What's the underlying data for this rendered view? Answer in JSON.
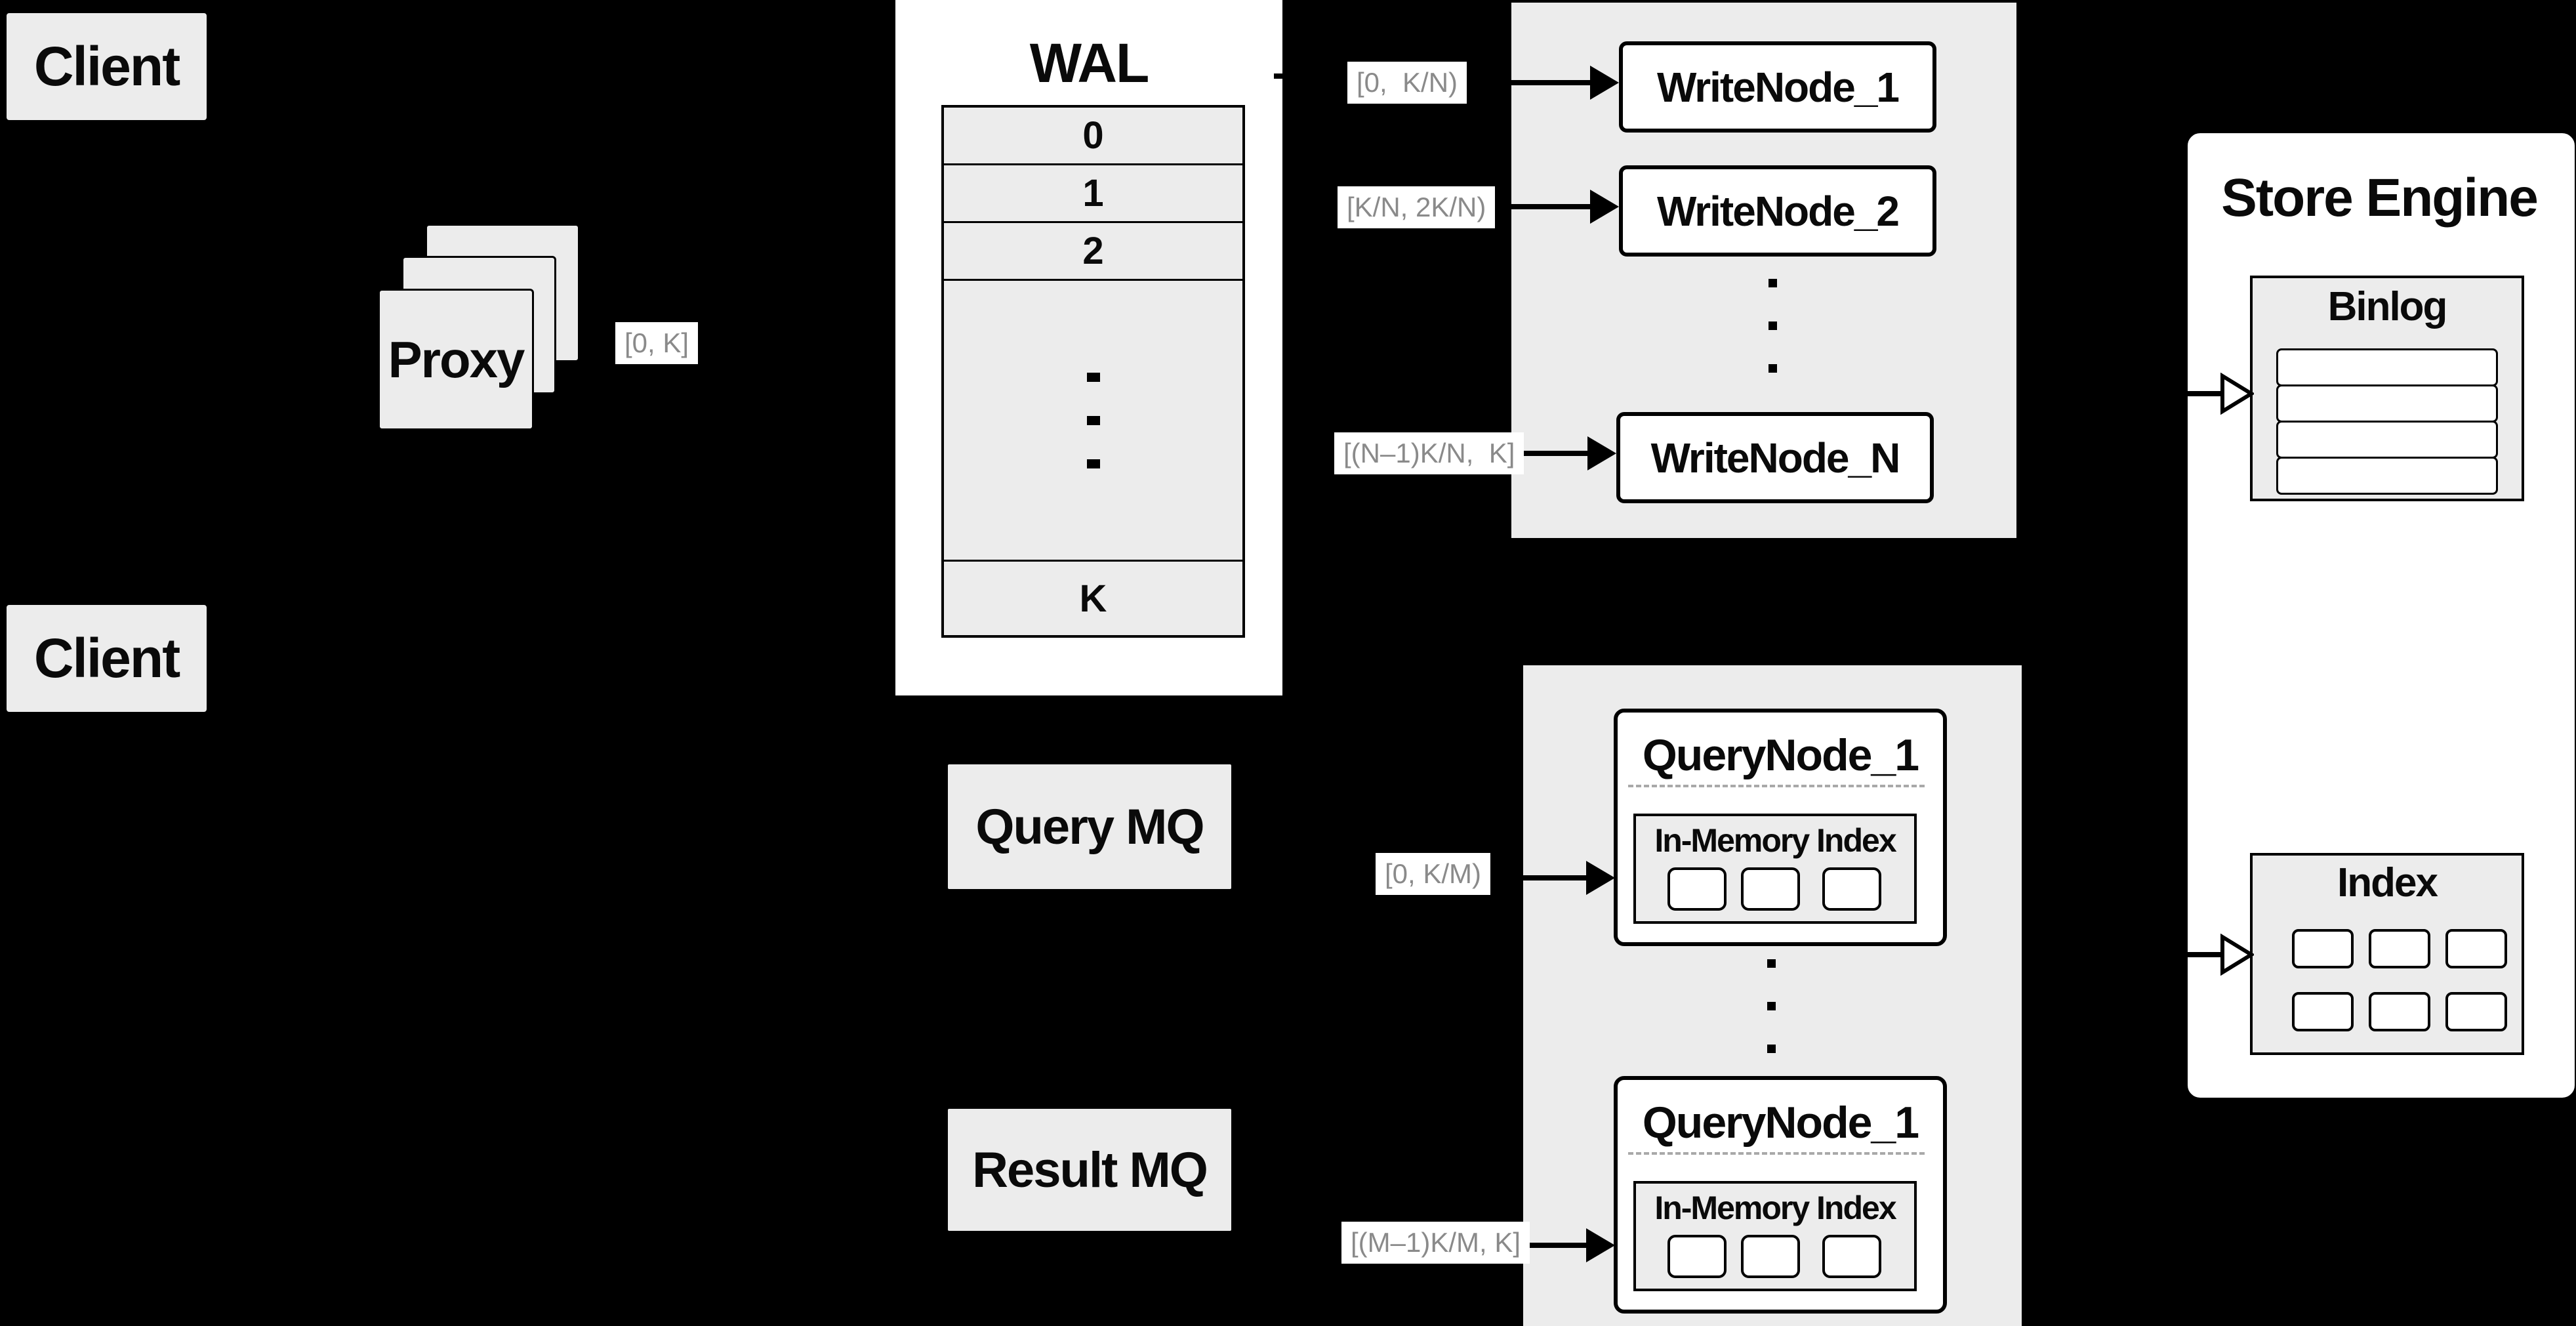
{
  "diagram": {
    "clients": {
      "top": "Client",
      "bottom": "Client"
    },
    "proxy": {
      "label": "Proxy"
    },
    "wal": {
      "title": "WAL",
      "rows_top": [
        "0",
        "1",
        "2"
      ],
      "row_k": "K"
    },
    "range_labels": {
      "proxy_to_wal": "[0, K]",
      "write_1": "[0,  K/N)",
      "write_2": "[K/N, 2K/N)",
      "write_n": "[(N–1)K/N,  K]",
      "query_1": "[0, K/M)",
      "query_m": "[(M–1)K/M, K]"
    },
    "write_cluster": {
      "nodes": [
        "WriteNode_1",
        "WriteNode_2",
        "WriteNode_N"
      ]
    },
    "store_engine": {
      "title": "Store Engine",
      "binlog": "Binlog",
      "index": "Index"
    },
    "mq": {
      "query": "Query MQ",
      "result": "Result MQ"
    },
    "query_cluster": {
      "nodes": [
        {
          "title": "QueryNode_1",
          "inmem": "In-Memory Index"
        },
        {
          "title": "QueryNode_1",
          "inmem": "In-Memory Index"
        }
      ]
    },
    "colors": {
      "background": "#000000",
      "panel_gray": "#ececec",
      "node_white": "#ffffff",
      "line_black": "#000000",
      "label_text_gray": "#8a8a8a"
    }
  }
}
